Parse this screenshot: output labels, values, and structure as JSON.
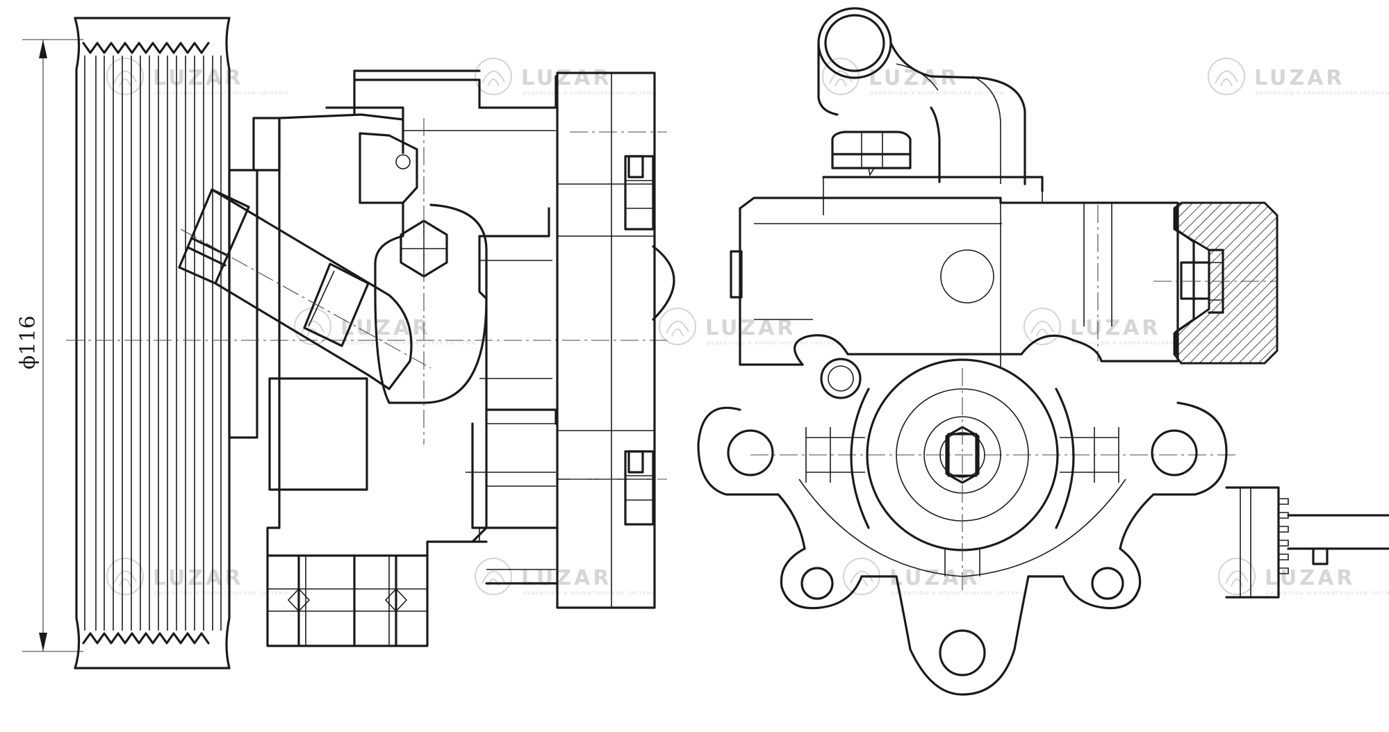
{
  "dimension": {
    "diameter_label": "ϕ116"
  },
  "watermark": {
    "brand": "LUZAR",
    "sub": "радиаторы и климатические системы"
  },
  "colors": {
    "line": "#1a1a1a",
    "watermark": "#d4d4d4",
    "background": "#ffffff"
  }
}
